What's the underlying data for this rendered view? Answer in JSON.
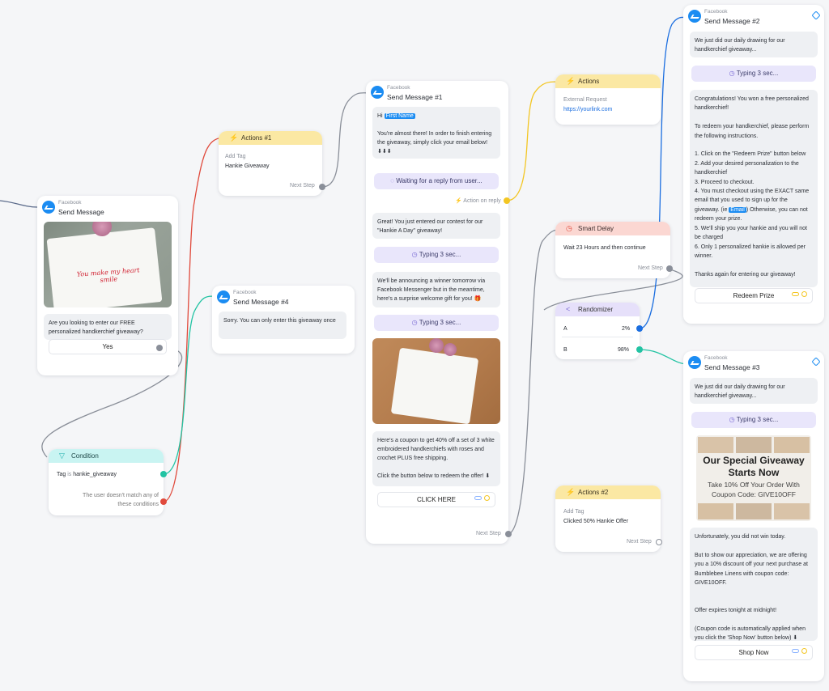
{
  "colors": {
    "accent": "#1b8cf2",
    "red_wire": "#e04a3c",
    "teal_wire": "#22c3a3",
    "gray_wire": "#8a8f99",
    "yellow_wire": "#f3c623",
    "blue_wire": "#1b6ee0"
  },
  "send_message": {
    "platform": "Facebook",
    "title": "Send Message",
    "image_caption": "You make my heart smile",
    "text": "Are you looking to enter our FREE personalized handkerchief giveaway?",
    "button": "Yes"
  },
  "condition": {
    "title": "Condition",
    "rule_prefix": "Tag",
    "rule_op": "is",
    "rule_value": "hankie_giveaway",
    "fallback": "The user doesn't match any of these conditions"
  },
  "actions1": {
    "title": "Actions #1",
    "label": "Add Tag",
    "value": "Hankie Giveaway",
    "next": "Next Step"
  },
  "send4": {
    "platform": "Facebook",
    "title": "Send Message #4",
    "text": "Sorry. You can only enter this giveaway once"
  },
  "send1": {
    "platform": "Facebook",
    "title": "Send Message #1",
    "hi": "Hi",
    "first_name_chip": "First Name",
    "intro": "You're almost there! In order to finish entering the giveaway, simply click your email below! ⬇⬇⬇",
    "waiting": "Waiting for a reply from user...",
    "action_on_reply": "Action on reply",
    "great": "Great! You just entered our contest for our \"Hankie A Day\" giveaway!",
    "typing1": "Typing 3 sec...",
    "announce": "We'll be announcing a winner tomorrow via Facebook Messenger but in the meantime, here's a surprise welcome gift for you! 🎁",
    "typing2": "Typing 3 sec...",
    "coupon": "Here's a coupon to get 40% off a set of 3 white embroidered handkerchiefs with roses and crochet PLUS free shipping.",
    "click_line": "Click the button below to redeem the offer! ⬇",
    "button": "CLICK HERE",
    "next": "Next Step"
  },
  "actions_top": {
    "title": "Actions",
    "label": "External Request",
    "url": "https://yourlink.com"
  },
  "smart_delay": {
    "title": "Smart Delay",
    "text": "Wait 23 Hours and then continue",
    "next": "Next Step"
  },
  "randomizer": {
    "title": "Randomizer",
    "rows": [
      {
        "label": "A",
        "pct": "2%"
      },
      {
        "label": "B",
        "pct": "98%"
      }
    ]
  },
  "actions2": {
    "title": "Actions #2",
    "label": "Add Tag",
    "value": "Clicked 50% Hankie Offer",
    "next": "Next Step"
  },
  "send2": {
    "platform": "Facebook",
    "title": "Send Message #2",
    "text1": "We just did our daily drawing for our handkerchief giveaway...",
    "typing": "Typing 3 sec...",
    "congrats": "Congratulations! You won a free personalized handkerchief!",
    "redeem_intro": "To redeem your handkerchief, please perform the following instructions.",
    "step1": "1. Click on the \"Redeem Prize\" button below",
    "step2": "2. Add your desired personalization to the handkerchief",
    "step3": "3. Proceed to checkout.",
    "step4a": "4. You must checkout using the EXACT same email that you used to sign up for the giveaway. (ie",
    "email_chip": "Email",
    "step4b": ") Otherwise, you can not redeem your prize.",
    "step5": "5. We'll ship you your hankie and you will not be charged",
    "step6": "6. Only 1 personalized hankie is allowed per winner.",
    "thanks": "Thanks again for entering our giveaway!",
    "button": "Redeem Prize"
  },
  "send3": {
    "platform": "Facebook",
    "title": "Send Message #3",
    "text1": "We just did our daily drawing for our handkerchief giveaway...",
    "typing": "Typing 3 sec...",
    "promo_title1": "Our Special Giveaway",
    "promo_title2": "Starts Now",
    "promo_sub1": "Take 10% Off Your Order With",
    "promo_sub2": "Coupon Code: GIVE10OFF",
    "sorry": "Unfortunately, you did not win today.",
    "offer": "But to show our appreciation, we are offering you a 10% discount off your next purchase at Bumblebee Linens with coupon code: GIVE10OFF.",
    "expires": "Offer expires tonight at midnight!",
    "auto": "(Coupon code is automatically applied when you click the 'Shop Now' button below) ⬇",
    "button": "Shop Now"
  }
}
